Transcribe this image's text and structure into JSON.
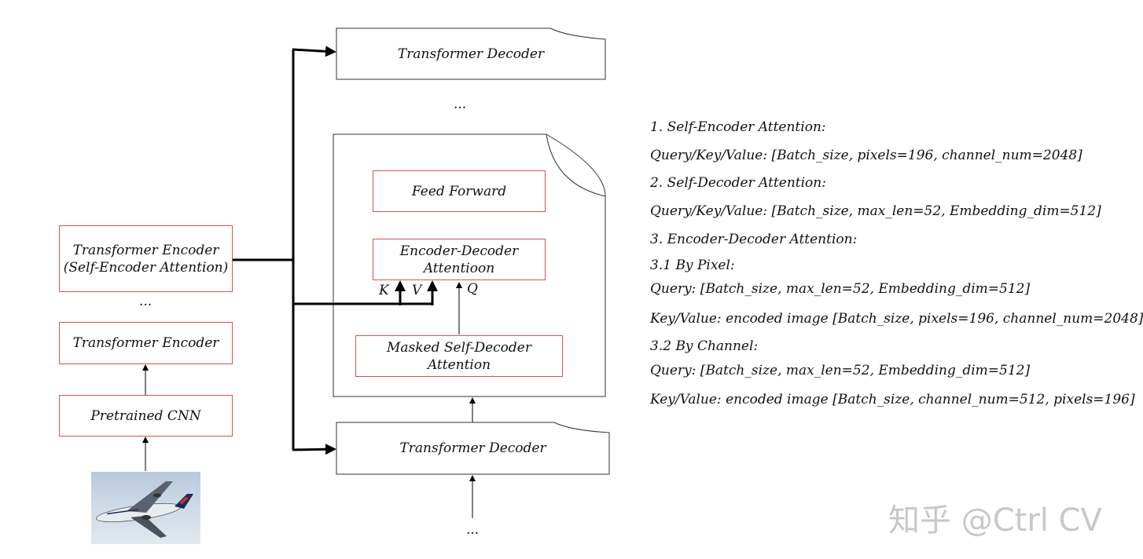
{
  "encoder_stack": {
    "pretrained_cnn": "Pretrained CNN",
    "encoder_lower": "Transformer Encoder",
    "ellipsis": "...",
    "encoder_top_line1": "Transformer Encoder",
    "encoder_top_line2": "(Self-Encoder Attention)"
  },
  "decoder_stack": {
    "decoder_top": "Transformer Decoder",
    "ellipsis_mid": "...",
    "feed_forward": "Feed Forward",
    "enc_dec_line1": "Encoder-Decoder",
    "enc_dec_line2": "Attentioon",
    "masked_self": "Masked Self-Decoder Attention",
    "label_k": "K",
    "label_v": "V",
    "label_q": "Q",
    "decoder_bottom": "Transformer Decoder",
    "ellipsis_bottom": "..."
  },
  "notes": [
    "1. Self-Encoder Attention:",
    "Query/Key/Value:  [Batch_size, pixels=196, channel_num=2048]",
    "2. Self-Decoder Attention:",
    "Query/Key/Value:  [Batch_size, max_len=52, Embedding_dim=512]",
    "3. Encoder-Decoder Attention:",
    "3.1 By Pixel:",
    "Query:  [Batch_size, max_len=52, Embedding_dim=512]",
    "Key/Value:  encoded image [Batch_size, pixels=196, channel_num=2048]",
    "3.2 By Channel:",
    "Query:  [Batch_size, max_len=52, Embedding_dim=512]",
    "Key/Value:  encoded image [Batch_size, channel_num=512, pixels=196]"
  ],
  "watermark": "知乎 @Ctrl CV",
  "colors": {
    "box_border": "#d9534f",
    "line": "#000000"
  }
}
